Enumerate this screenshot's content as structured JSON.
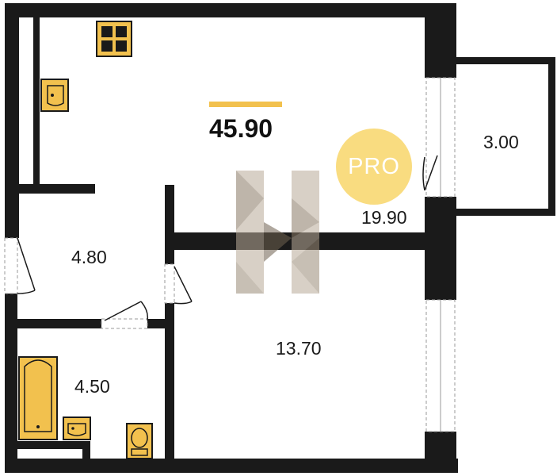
{
  "plan": {
    "total_area": "45.90",
    "rooms": [
      {
        "id": "living",
        "area": "19.90"
      },
      {
        "id": "balcony",
        "area": "3.00"
      },
      {
        "id": "hall",
        "area": "4.80"
      },
      {
        "id": "bedroom",
        "area": "13.70"
      },
      {
        "id": "bathroom",
        "area": "4.50"
      }
    ]
  },
  "badge": {
    "text": "PRO"
  },
  "colors": {
    "wall": "#1a1a1a",
    "fixture": "#f2c14e",
    "accent_bar": "#f2c14e",
    "badge": "#f9dc80",
    "watermark": "#8a7a66"
  },
  "icons": [
    "stove-icon",
    "sink-icon",
    "bathtub-icon",
    "washbasin-icon",
    "toilet-icon",
    "watermark-logo"
  ]
}
